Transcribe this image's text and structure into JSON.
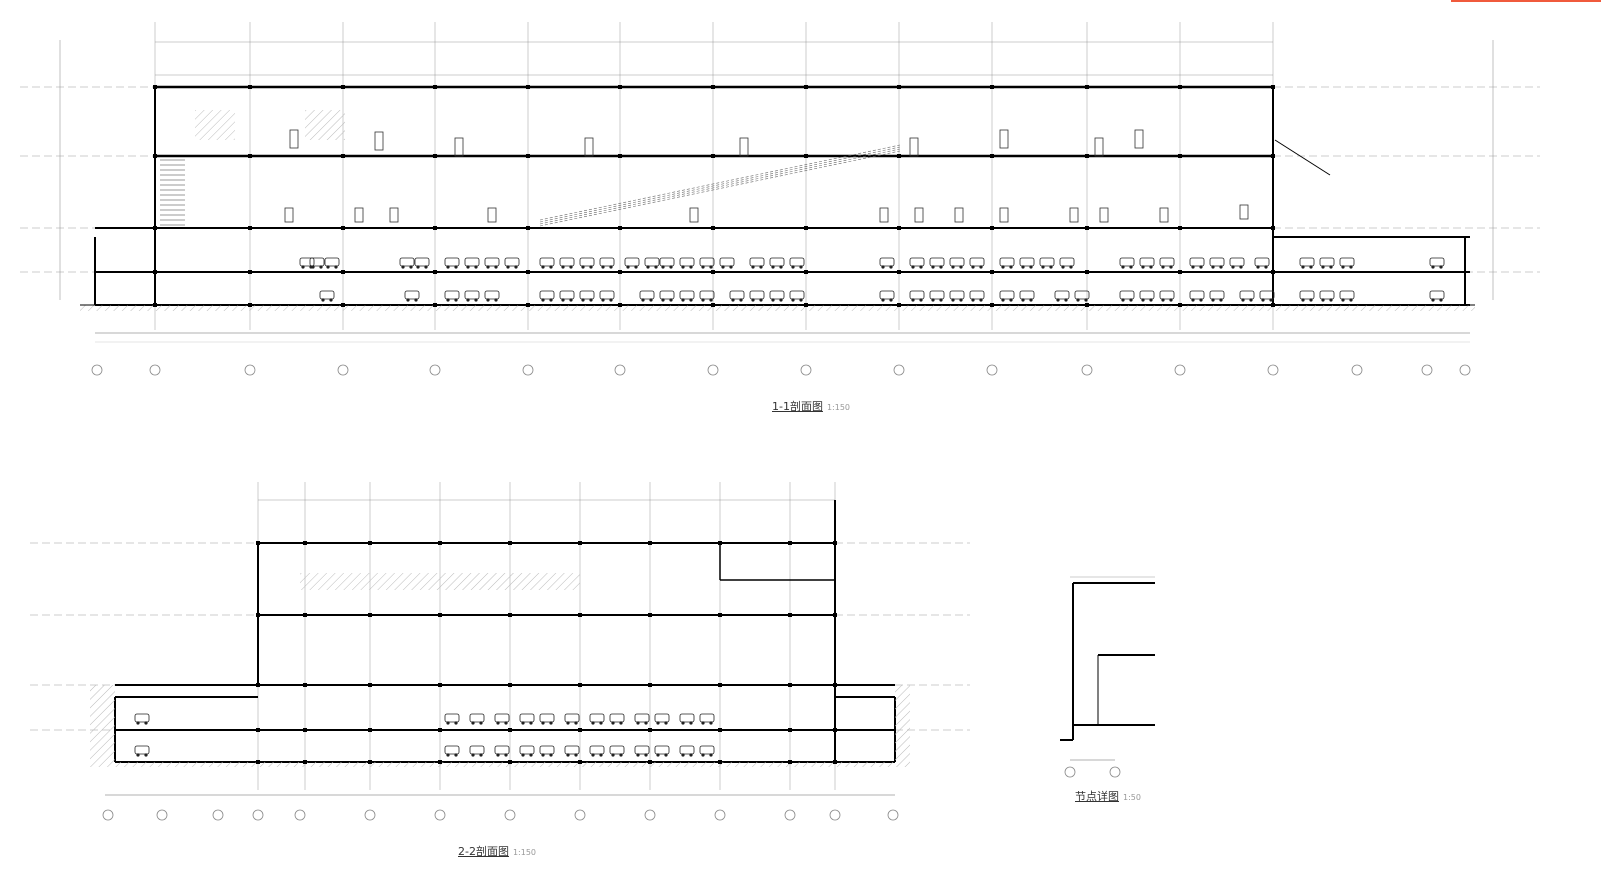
{
  "sections": [
    {
      "id": "section-1-1",
      "title": "1-1剖面图",
      "scale": "1:150"
    },
    {
      "id": "section-2-2",
      "title": "2-2剖面图",
      "scale": "1:150"
    },
    {
      "id": "detail",
      "title": "节点详图",
      "scale": "1:50"
    }
  ],
  "colors": {
    "line": "#000000",
    "thin": "#888888",
    "hatch": "#bbbbbb",
    "accent": "#f05a3c"
  }
}
